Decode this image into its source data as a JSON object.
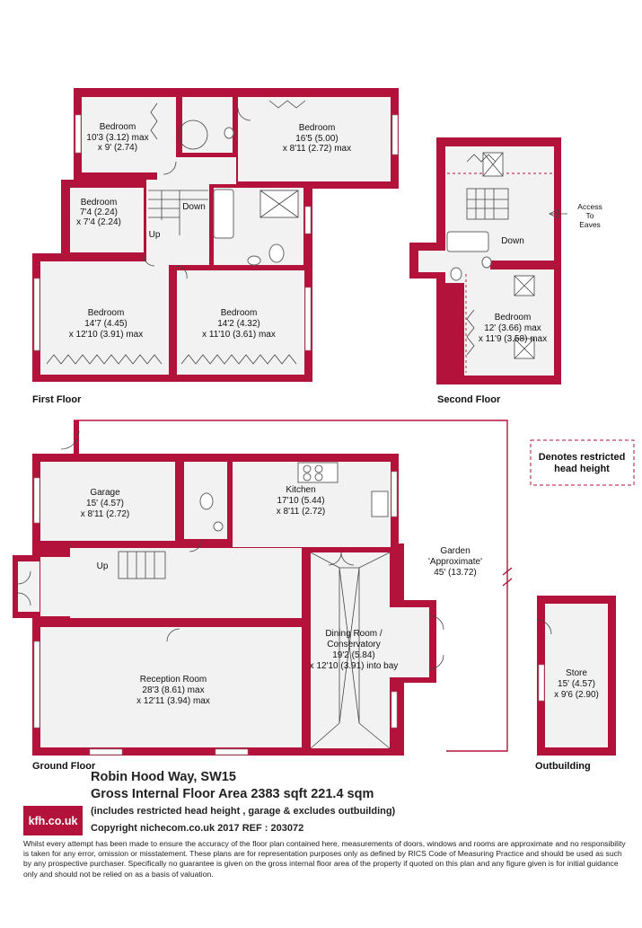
{
  "floors": {
    "first": "First Floor",
    "second": "Second Floor",
    "ground": "Ground Floor",
    "outbuilding": "Outbuilding"
  },
  "rooms": {
    "bed1": {
      "name": "Bedroom",
      "dim1": "10'3 (3.12) max",
      "dim2": "x 9' (2.74)"
    },
    "bed2": {
      "name": "Bedroom",
      "dim1": "16'5 (5.00)",
      "dim2": "x 8'11 (2.72) max"
    },
    "bed3": {
      "name": "Bedroom",
      "dim1": "7'4 (2.24)",
      "dim2": "x 7'4 (2.24)"
    },
    "bed4": {
      "name": "Bedroom",
      "dim1": "14'7 (4.45)",
      "dim2": "x 12'10 (3.91) max"
    },
    "bed5": {
      "name": "Bedroom",
      "dim1": "14'2 (4.32)",
      "dim2": "x 11'10 (3.61) max"
    },
    "bed6": {
      "name": "Bedroom",
      "dim1": "12' (3.66) max",
      "dim2": "x 11'9 (3.58) max"
    },
    "garage": {
      "name": "Garage",
      "dim1": "15' (4.57)",
      "dim2": "x 8'11 (2.72)"
    },
    "kitchen": {
      "name": "Kitchen",
      "dim1": "17'10 (5.44)",
      "dim2": "x 8'11 (2.72)"
    },
    "reception": {
      "name": "Reception Room",
      "dim1": "28'3 (8.61) max",
      "dim2": "x 12'11 (3.94) max"
    },
    "dining": {
      "name1": "Dining Room /",
      "name2": "Conservatory",
      "dim1": "19'2 (5.84)",
      "dim2": "x 12'10 (3.91) into bay"
    },
    "garden": {
      "name": "Garden",
      "dim1": "'Approximate'",
      "dim2": "45' (13.72)"
    },
    "store": {
      "name": "Store",
      "dim1": "15' (4.57)",
      "dim2": "x 9'6 (2.90)"
    }
  },
  "labels": {
    "down1": "Down",
    "up1": "Up",
    "down2": "Down",
    "up_ground": "Up",
    "eaves1": "Access",
    "eaves2": "To",
    "eaves3": "Eaves"
  },
  "legend": {
    "line1": "Denotes restricted",
    "line2": "head height"
  },
  "info": {
    "logo": "kfh.co.uk",
    "address": "Robin Hood Way, SW15",
    "gia": "Gross Internal Floor Area 2383 sqft 221.4 sqm",
    "includes": "(includes restricted head height , garage & excludes outbuilding)",
    "copyright": "Copyright nichecom.co.uk 2017 REF : 203072",
    "disclaimer": "Whilst every attempt has been made to ensure the accuracy of the floor plan contained here, measurements of doors, windows and rooms are approximate and no responsibility is taken for any error, omission or misstatement. These plans are for representation purposes only as defined by RICS Code of Measuring Practice and should be used as such by any prospective purchaser. Specifically no guarantee is given on the gross internal floor area of the property if quoted on this plan and any figure given is for initial guidance only and should not be relied on as a basis of valuation."
  },
  "colors": {
    "wall": "#b3123a",
    "floor": "#f2f2f2"
  }
}
